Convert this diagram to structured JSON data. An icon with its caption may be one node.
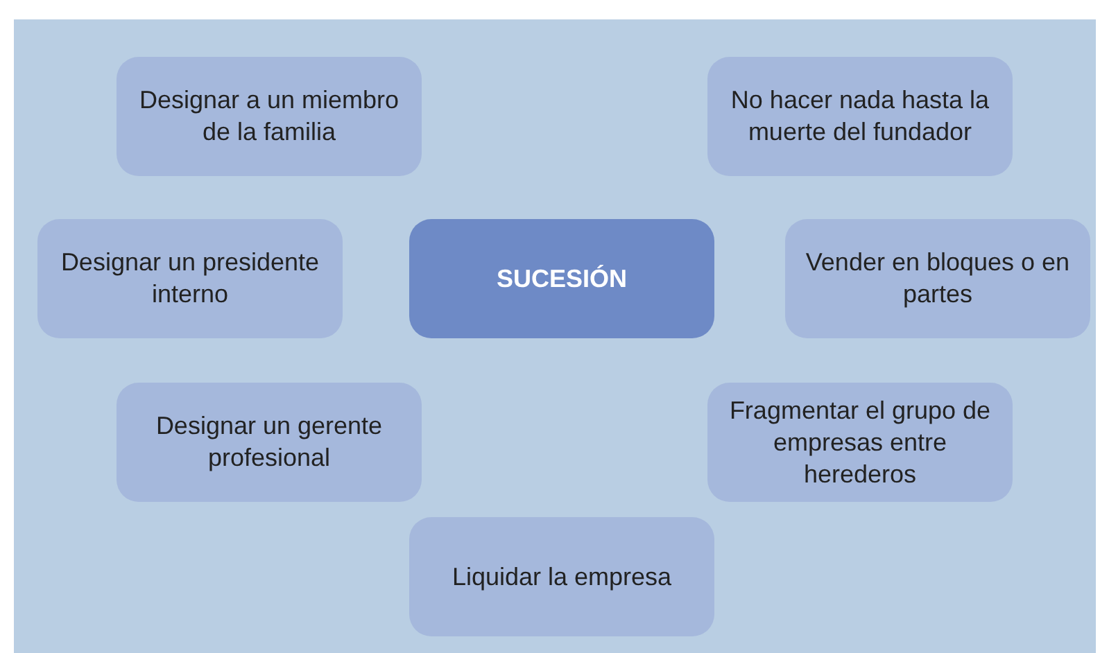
{
  "diagram": {
    "nodes": [
      {
        "text": [
          "Designar a un miembro de la familia"
        ]
      },
      {
        "text": [
          "No hacer nada hasta la muerte del fundador"
        ]
      },
      {
        "text": [
          "Designar un presidente interno"
        ]
      },
      {
        "text": [
          "SUCESIÓN"
        ]
      },
      {
        "text": [
          "Vender en bloques o en partes"
        ]
      },
      {
        "text": [
          "Designar un gerente profesional"
        ]
      },
      {
        "text": [
          "Fragmentar el grupo de empresas entre herederos"
        ]
      },
      {
        "text": [
          "Liquidar la empresa"
        ]
      }
    ],
    "edges": []
  }
}
